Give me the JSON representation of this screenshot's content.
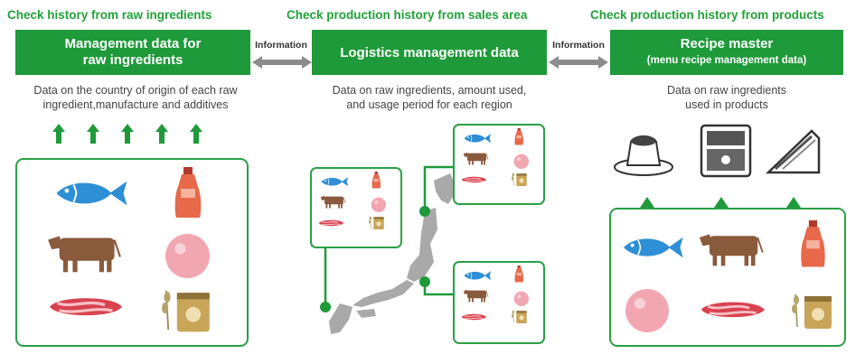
{
  "columns": [
    {
      "heading": "Check history from raw ingredients",
      "box_line1": "Management data for",
      "box_line2": "raw ingredients",
      "desc_line1": "Data on the country of origin of each raw",
      "desc_line2": "ingredient,manufacture and additives"
    },
    {
      "heading": "Check production history from sales area",
      "box_line1": "Logistics management data",
      "desc_line1": "Data on raw ingredients, amount used,",
      "desc_line2": "and usage period for each region"
    },
    {
      "heading": "Check production history from products",
      "box_line1": "Recipe master",
      "box_line2": "(menu recipe management data)",
      "desc_line1": "Data on raw ingredients",
      "desc_line2": "used in products"
    }
  ],
  "connectors": [
    {
      "label": "Information"
    },
    {
      "label": "Information"
    }
  ],
  "colors": {
    "green": "#1f9a3a",
    "fish": "#2e8fd6",
    "cow": "#8a5a3c",
    "sauce": "#e8684a",
    "ball": "#f2a6b0",
    "meat": "#d9434f",
    "jar": "#c9a55a",
    "map": "#a9a9a9"
  },
  "icons": {
    "ingredients": [
      "fish-icon",
      "cow-icon",
      "sauce-bottle-icon",
      "pink-ball-icon",
      "meat-slices-icon",
      "grain-jar-icon"
    ],
    "products": [
      "pudding-icon",
      "lunchbox-icon",
      "sandwich-icon"
    ]
  }
}
